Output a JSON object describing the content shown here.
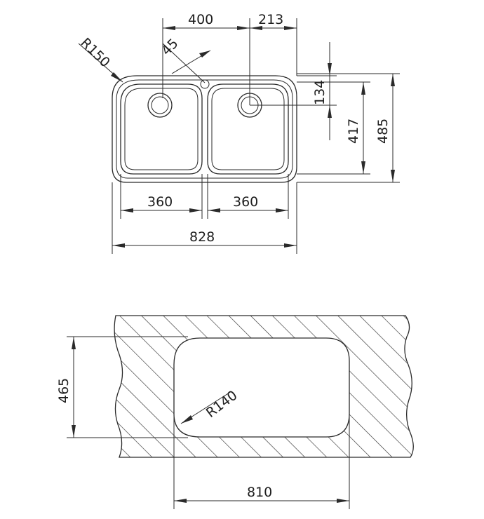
{
  "top_view": {
    "dims": {
      "bowl_spacing": "400",
      "right_offset": "213",
      "corner_radius": "R150",
      "overflow_angle": "45",
      "drain_offset": "134",
      "inner_depth": "417",
      "overall_depth": "485",
      "left_bowl_width": "360",
      "right_bowl_width": "360",
      "overall_width": "828"
    }
  },
  "cutout_view": {
    "dims": {
      "cutout_depth": "465",
      "cutout_radius": "R140",
      "cutout_width": "810"
    }
  }
}
